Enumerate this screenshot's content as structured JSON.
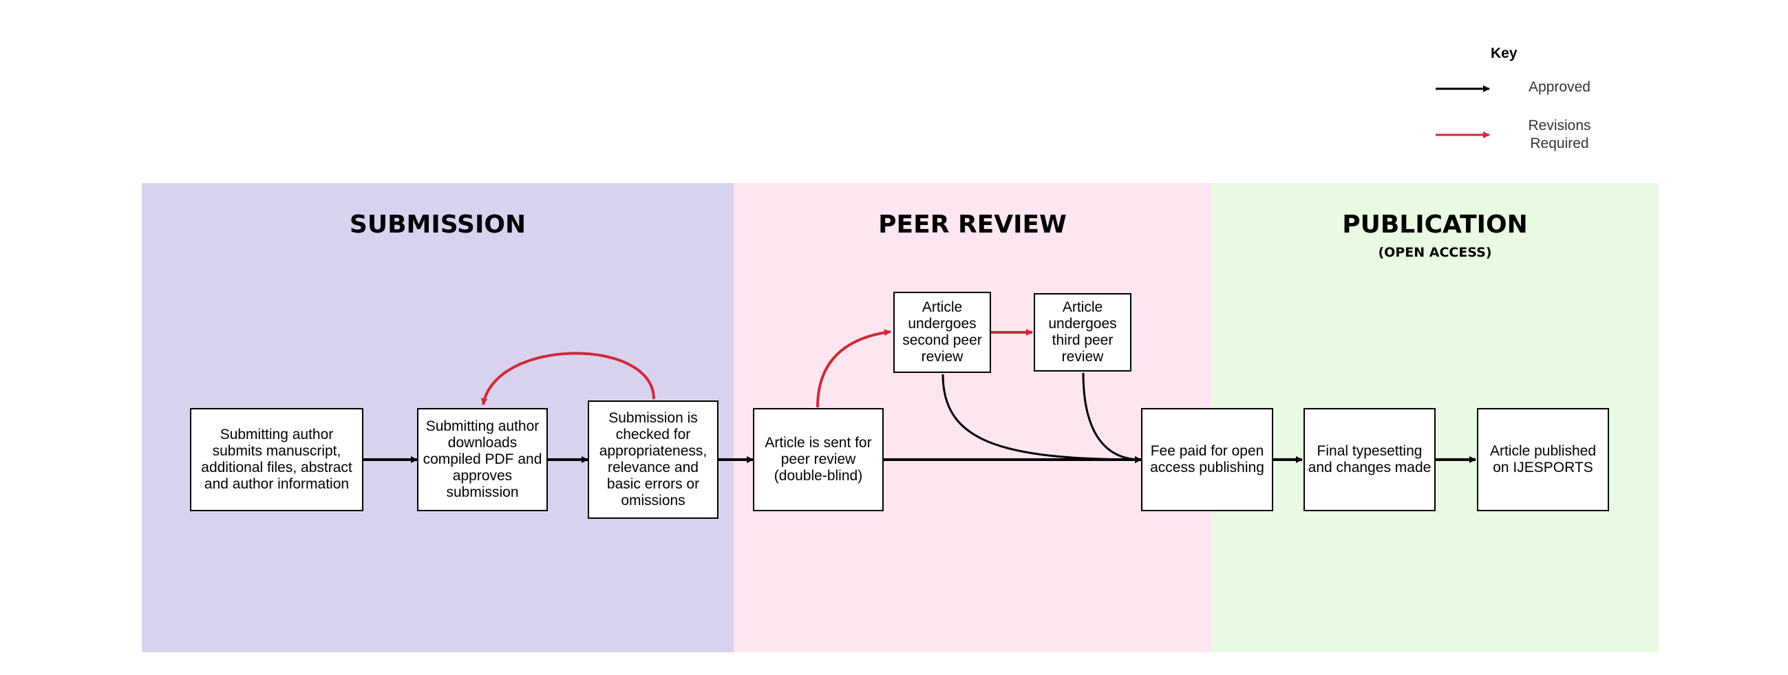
{
  "key": {
    "title": "Key",
    "approved_label": "Approved",
    "revisions_label": "Revisions Required",
    "approved_color": "#000000",
    "revisions_color": "#d0293a"
  },
  "sections": {
    "submission": {
      "title": "SUBMISSION",
      "color": "#d9d2ef"
    },
    "peer_review": {
      "title": "PEER REVIEW",
      "color": "#fde6ef"
    },
    "publication": {
      "title": "PUBLICATION",
      "subtitle": "(OPEN ACCESS)",
      "color": "#e8fae1"
    }
  },
  "nodes": {
    "submit": "Submitting author submits manuscript, additional files, abstract and author information",
    "download": "Submitting author downloads compiled PDF and approves submission",
    "check": "Submission is checked for appropriateness, relevance and basic errors or omissions",
    "sent": "Article is sent for peer review (double-blind)",
    "second": "Article undergoes second peer review",
    "third": "Article undergoes third peer review",
    "fee": "Fee paid for open access publishing",
    "typeset": "Final typesetting and changes made",
    "published": "Article published on IJESPORTS"
  }
}
